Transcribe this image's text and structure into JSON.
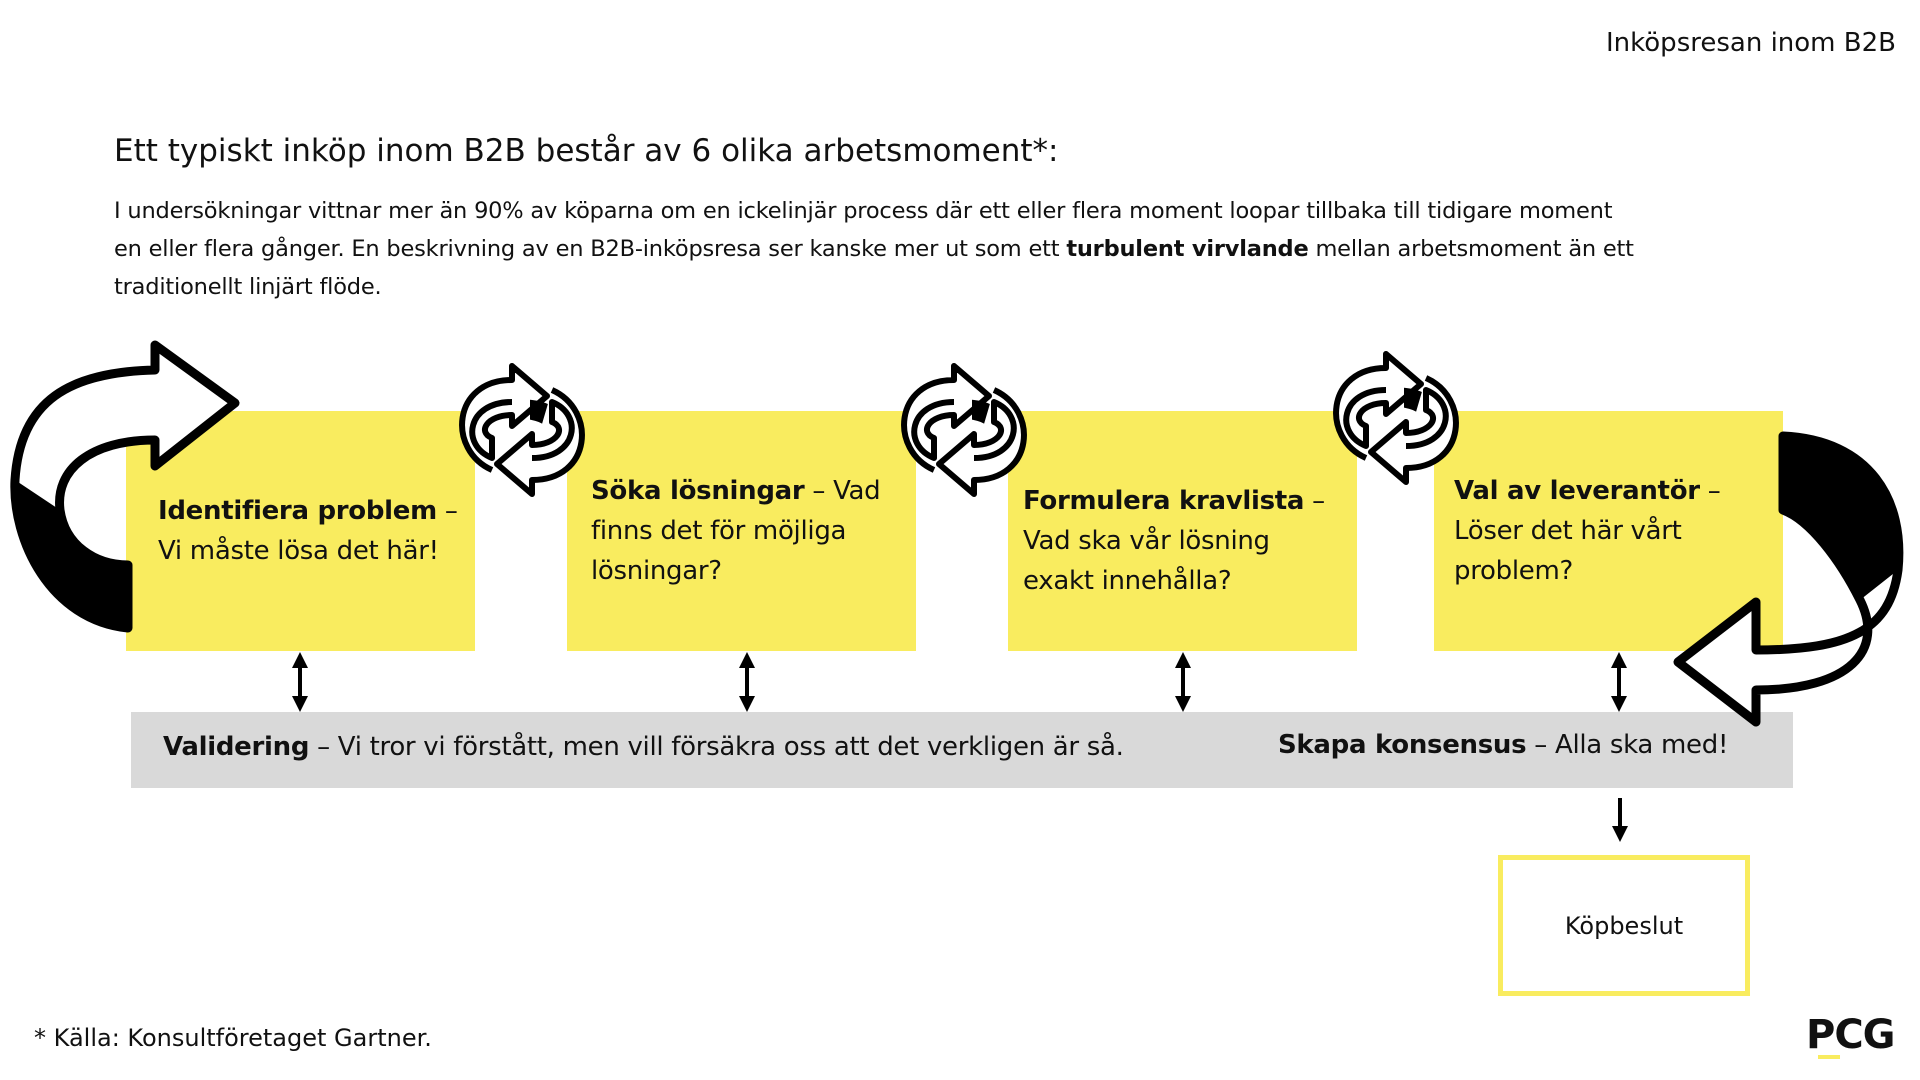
{
  "doc_title": "Inköpsresan inom B2B",
  "heading": "Ett typiskt inköp inom B2B består av 6 olika arbetsmoment*:",
  "paragraph": {
    "line1": "I undersökningar vittnar mer än 90% av köparna om en ickelinjär process där ett eller flera moment loopar tillbaka till tidigare moment",
    "line2_before": "en eller flera gånger. En beskrivning av en B2B-inköpsresa ser kanske mer ut som ett ",
    "line2_bold": "turbulent virvlande",
    "line2_after": " mellan arbetsmoment än ett",
    "line3": "traditionellt linjärt flöde."
  },
  "steps": [
    {
      "title": "Identifiera problem",
      "text": "Vi måste lösa det här!"
    },
    {
      "title": "Söka lösningar",
      "text": "Vad finns det för möjliga lösningar?"
    },
    {
      "title": "Formulera kravlista",
      "text": "Vad ska vår lösning exakt innehålla?"
    },
    {
      "title": "Val av leverantör",
      "text": "Löser det här vårt problem?"
    }
  ],
  "dash": " – ",
  "bar": {
    "validation_title": "Validering",
    "validation_text": " – Vi tror vi förstått, men vill försäkra oss att det verkligen är så.",
    "consensus_title": "Skapa konsensus",
    "consensus_text": " – Alla ska med!"
  },
  "decision": "Köpbeslut",
  "footnote": "* Källa: Konsultföretaget Gartner.",
  "logo": "PCG",
  "colors": {
    "yellow": "#F9EC5F",
    "gray": "#D9D9D9",
    "black": "#000000"
  }
}
